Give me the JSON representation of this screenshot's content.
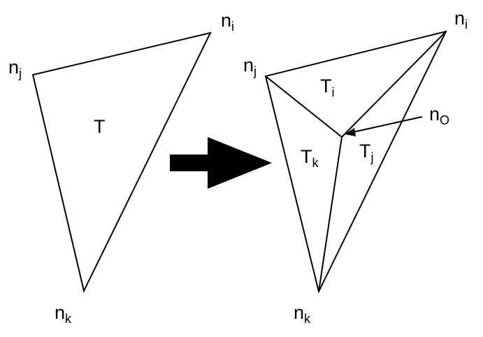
{
  "left_triangle": {
    "nodes": [
      {
        "base": "n",
        "sub": "i"
      },
      {
        "base": "n",
        "sub": "j"
      },
      {
        "base": "n",
        "sub": "k"
      }
    ],
    "face_label": "T"
  },
  "right_triangle": {
    "nodes": [
      {
        "base": "n",
        "sub": "i"
      },
      {
        "base": "n",
        "sub": "j"
      },
      {
        "base": "n",
        "sub": "k"
      }
    ],
    "center_node": {
      "base": "n",
      "sub": "O"
    },
    "sub_triangles": [
      {
        "base": "T",
        "sub": "i"
      },
      {
        "base": "T",
        "sub": "j"
      },
      {
        "base": "T",
        "sub": "k"
      }
    ]
  },
  "colors": {
    "stroke": "#000000",
    "fill": "#000000",
    "background": "#ffffff"
  },
  "icons": {
    "transform_arrow": "right-arrow-icon",
    "pointer_arrow": "pointer-arrow-icon"
  }
}
